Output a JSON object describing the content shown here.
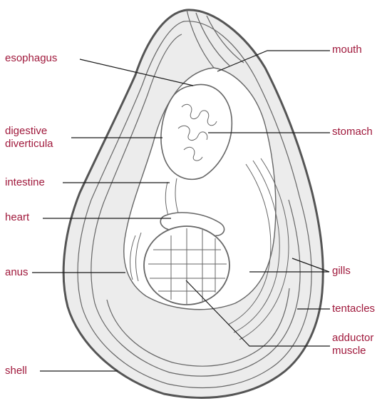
{
  "colors": {
    "label_text": "#a0193c",
    "leader_line": "#1a1a1a",
    "shell_outline": "#555555",
    "shell_fill": "#ececec",
    "body_fill": "#ffffff",
    "detail_stroke": "#666666"
  },
  "figure": {
    "subject": "oyster-anatomy-illustration",
    "labels": {
      "esophagus": "esophagus",
      "mouth": "mouth",
      "digestive_diverticula": "digestive\ndiverticula",
      "stomach": "stomach",
      "intestine": "intestine",
      "heart": "heart",
      "anus": "anus",
      "gills": "gills",
      "tentacles": "tentacles",
      "adductor_muscle": "adductor\nmuscle",
      "shell": "shell"
    }
  }
}
